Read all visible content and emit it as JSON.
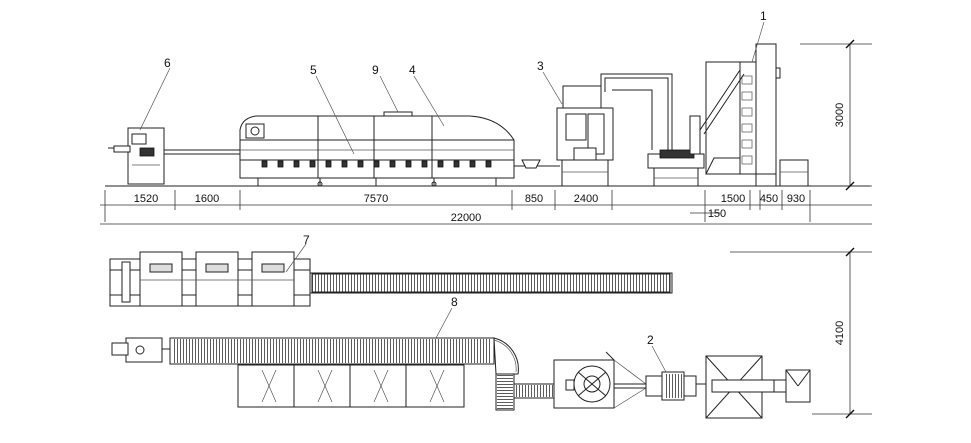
{
  "callouts": [
    "1",
    "2",
    "3",
    "4",
    "5",
    "6",
    "7",
    "8",
    "9"
  ],
  "dimensions": {
    "horizontal": [
      "1520",
      "1600",
      "7570",
      "850",
      "2400",
      "1500",
      "450",
      "930"
    ],
    "sub": "150",
    "total": "22000",
    "height_side": "3000",
    "height_plan": "4100"
  }
}
